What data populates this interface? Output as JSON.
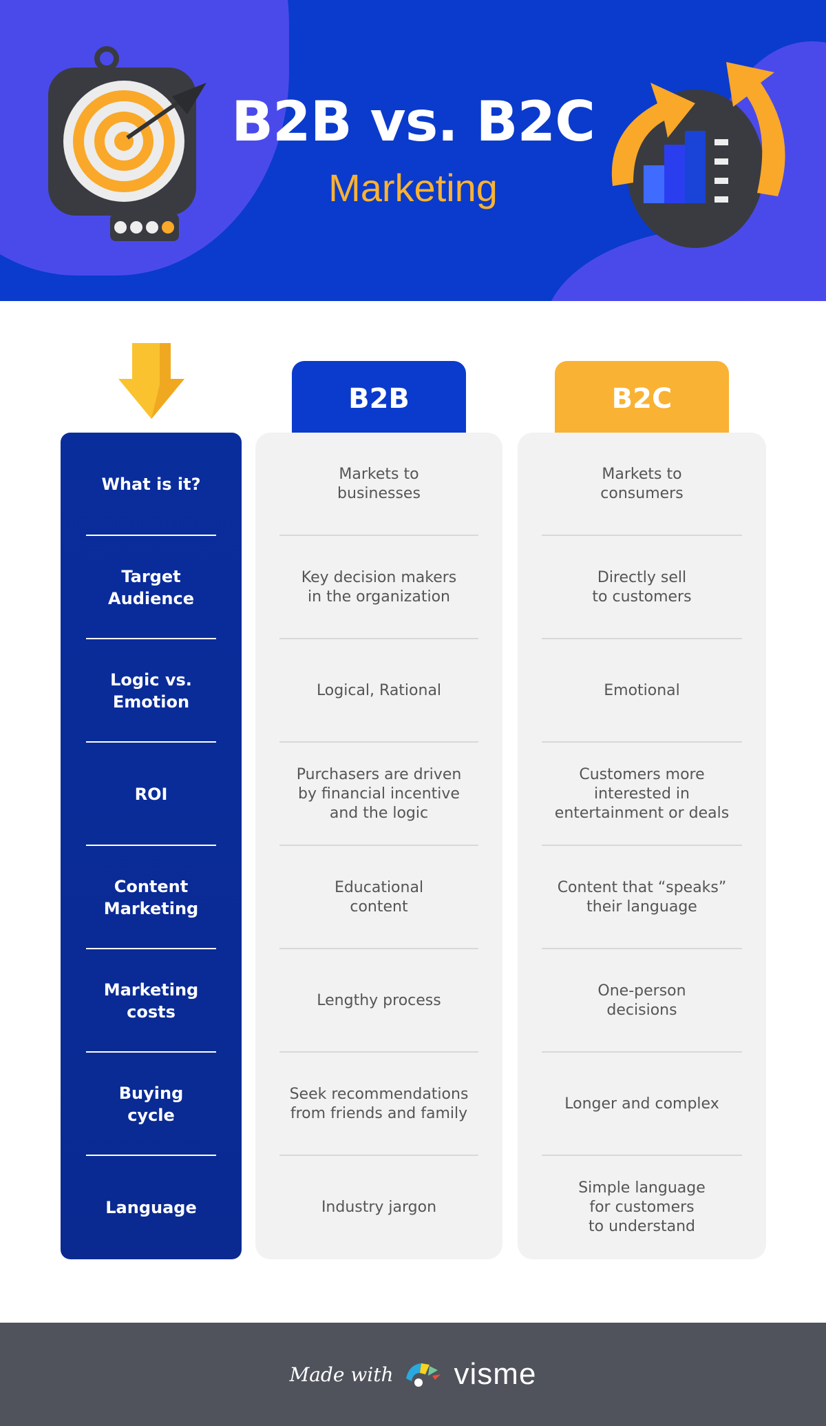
{
  "header": {
    "title": "B2B vs. B2C",
    "subtitle": "Marketing"
  },
  "columns": {
    "b2b": "B2B",
    "b2c": "B2C"
  },
  "rows": [
    {
      "label": "What is it?",
      "b2b": "Markets to\nbusinesses",
      "b2c": "Markets to\nconsumers"
    },
    {
      "label": "Target\nAudience",
      "b2b": "Key decision makers\nin the organization",
      "b2c": "Directly sell\nto customers"
    },
    {
      "label": "Logic vs.\nEmotion",
      "b2b": "Logical, Rational",
      "b2c": "Emotional"
    },
    {
      "label": "ROI",
      "b2b": "Purchasers are driven\nby financial incentive\nand the logic",
      "b2c": "Customers more\ninterested in\nentertainment or deals"
    },
    {
      "label": "Content\nMarketing",
      "b2b": "Educational\ncontent",
      "b2c": "Content that “speaks”\ntheir language"
    },
    {
      "label": "Marketing\ncosts",
      "b2b": "Lengthy process",
      "b2c": "One-person\ndecisions"
    },
    {
      "label": "Buying\ncycle",
      "b2b": "Seek recommendations\nfrom friends and family",
      "b2c": "Longer and complex"
    },
    {
      "label": "Language",
      "b2b": "Industry jargon",
      "b2c": "Simple language\nfor customers\nto understand"
    }
  ],
  "footer": {
    "made_with": "Made with",
    "brand": "visme"
  },
  "colors": {
    "header_bg": "#0a3bcc",
    "accent_orange": "#f9b233",
    "b2b_blue": "#0a3bcc",
    "left_col": "#0a2d9c",
    "footer_bg": "#50535c"
  }
}
